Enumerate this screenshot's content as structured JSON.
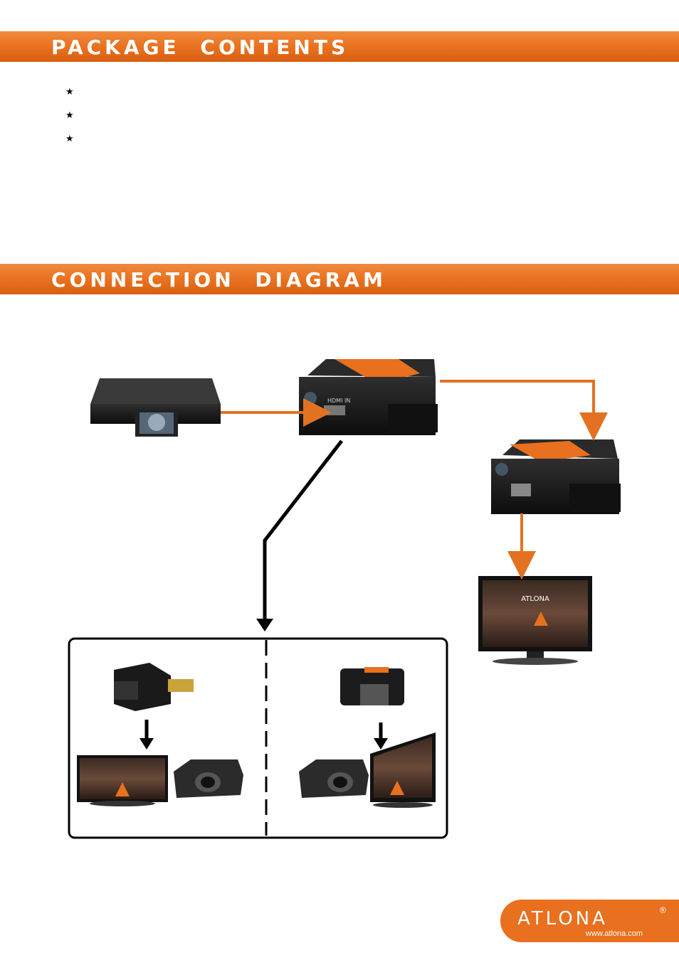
{
  "sections": {
    "package_contents": "PACKAGE CONTENTS",
    "connection_diagram": "CONNECTION DIAGRAM"
  },
  "bullets": [
    "★",
    "★",
    "★"
  ],
  "device_labels": {
    "port_label": "HDMI IN",
    "screen_brand": "ATLONA"
  },
  "logo": {
    "name": "ATLONA",
    "registered": "®",
    "url": "www.atlona.com"
  },
  "colors": {
    "accent": "#e8701e",
    "arrow_orange": "#e27221",
    "arrow_black": "#000000"
  }
}
